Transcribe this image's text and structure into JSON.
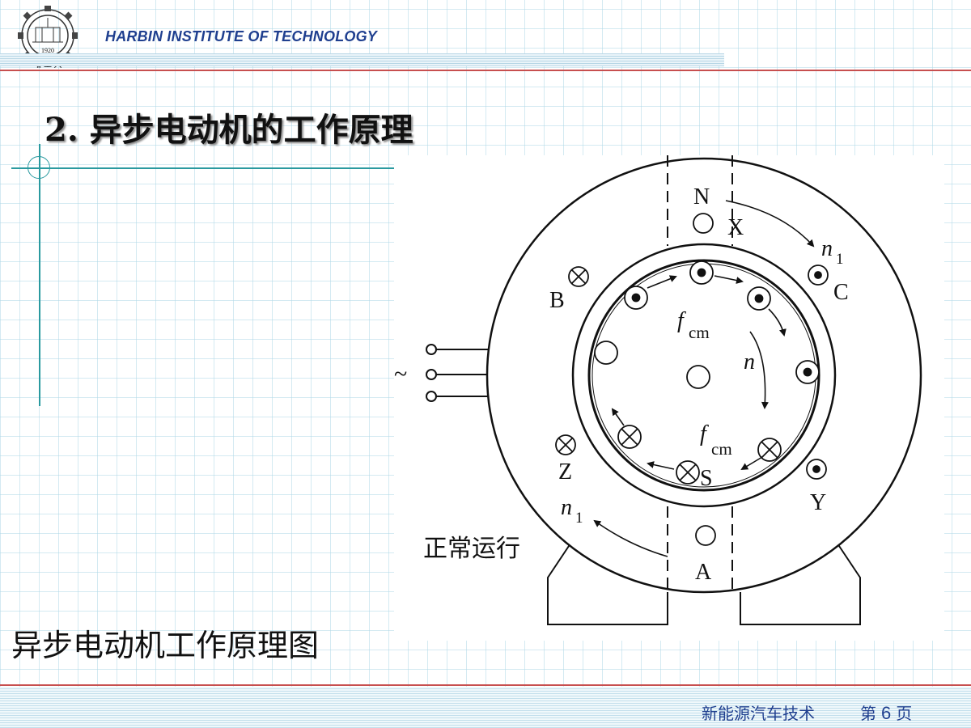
{
  "header": {
    "institution": "HARBIN INSTITUTE OF TECHNOLOGY",
    "logo_year": "1920",
    "logo_text": "哈 工 大"
  },
  "slide": {
    "title": "2. 异步电动机的工作原理",
    "caption": "异步电动机工作原理图"
  },
  "diagram": {
    "labels": {
      "N": "N",
      "S": "S",
      "X": "X",
      "Y": "Y",
      "Z": "Z",
      "A": "A",
      "B": "B",
      "C": "C",
      "n1": "n",
      "n1_sub": "1",
      "n": "n",
      "fcm": "f",
      "fcm_sub": "cm",
      "supply": "~",
      "operation": "正常运行"
    }
  },
  "footer": {
    "course": "新能源汽车技术",
    "page_prefix": "第",
    "page_number": "6",
    "page_suffix": "页"
  }
}
